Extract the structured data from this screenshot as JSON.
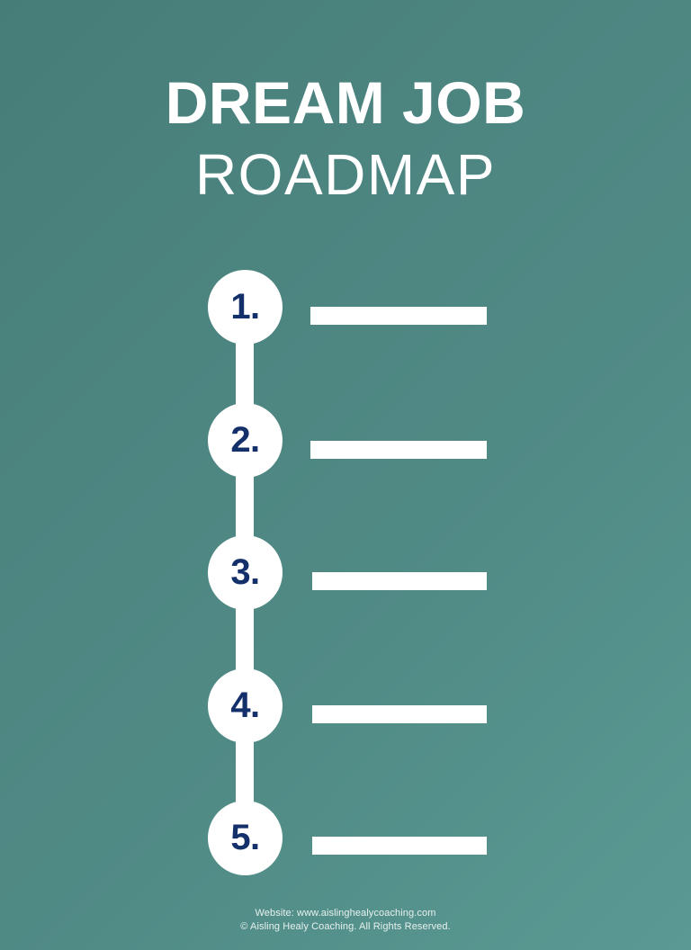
{
  "poster": {
    "background_top_color": "#477d79",
    "background_bottom_color": "#5a9a94",
    "accent_color": "#ffffff",
    "number_color": "#14306b"
  },
  "title": {
    "line1": "DREAM JOB",
    "line2": "ROADMAP"
  },
  "roadmap": {
    "steps": [
      {
        "number": "1.",
        "text": ""
      },
      {
        "number": "2.",
        "text": ""
      },
      {
        "number": "3.",
        "text": ""
      },
      {
        "number": "4.",
        "text": ""
      },
      {
        "number": "5.",
        "text": ""
      }
    ]
  },
  "footer": {
    "line1": "Website: www.aislinghealycoaching.com",
    "line2": "© Aisling Healy Coaching. All Rights Reserved."
  }
}
